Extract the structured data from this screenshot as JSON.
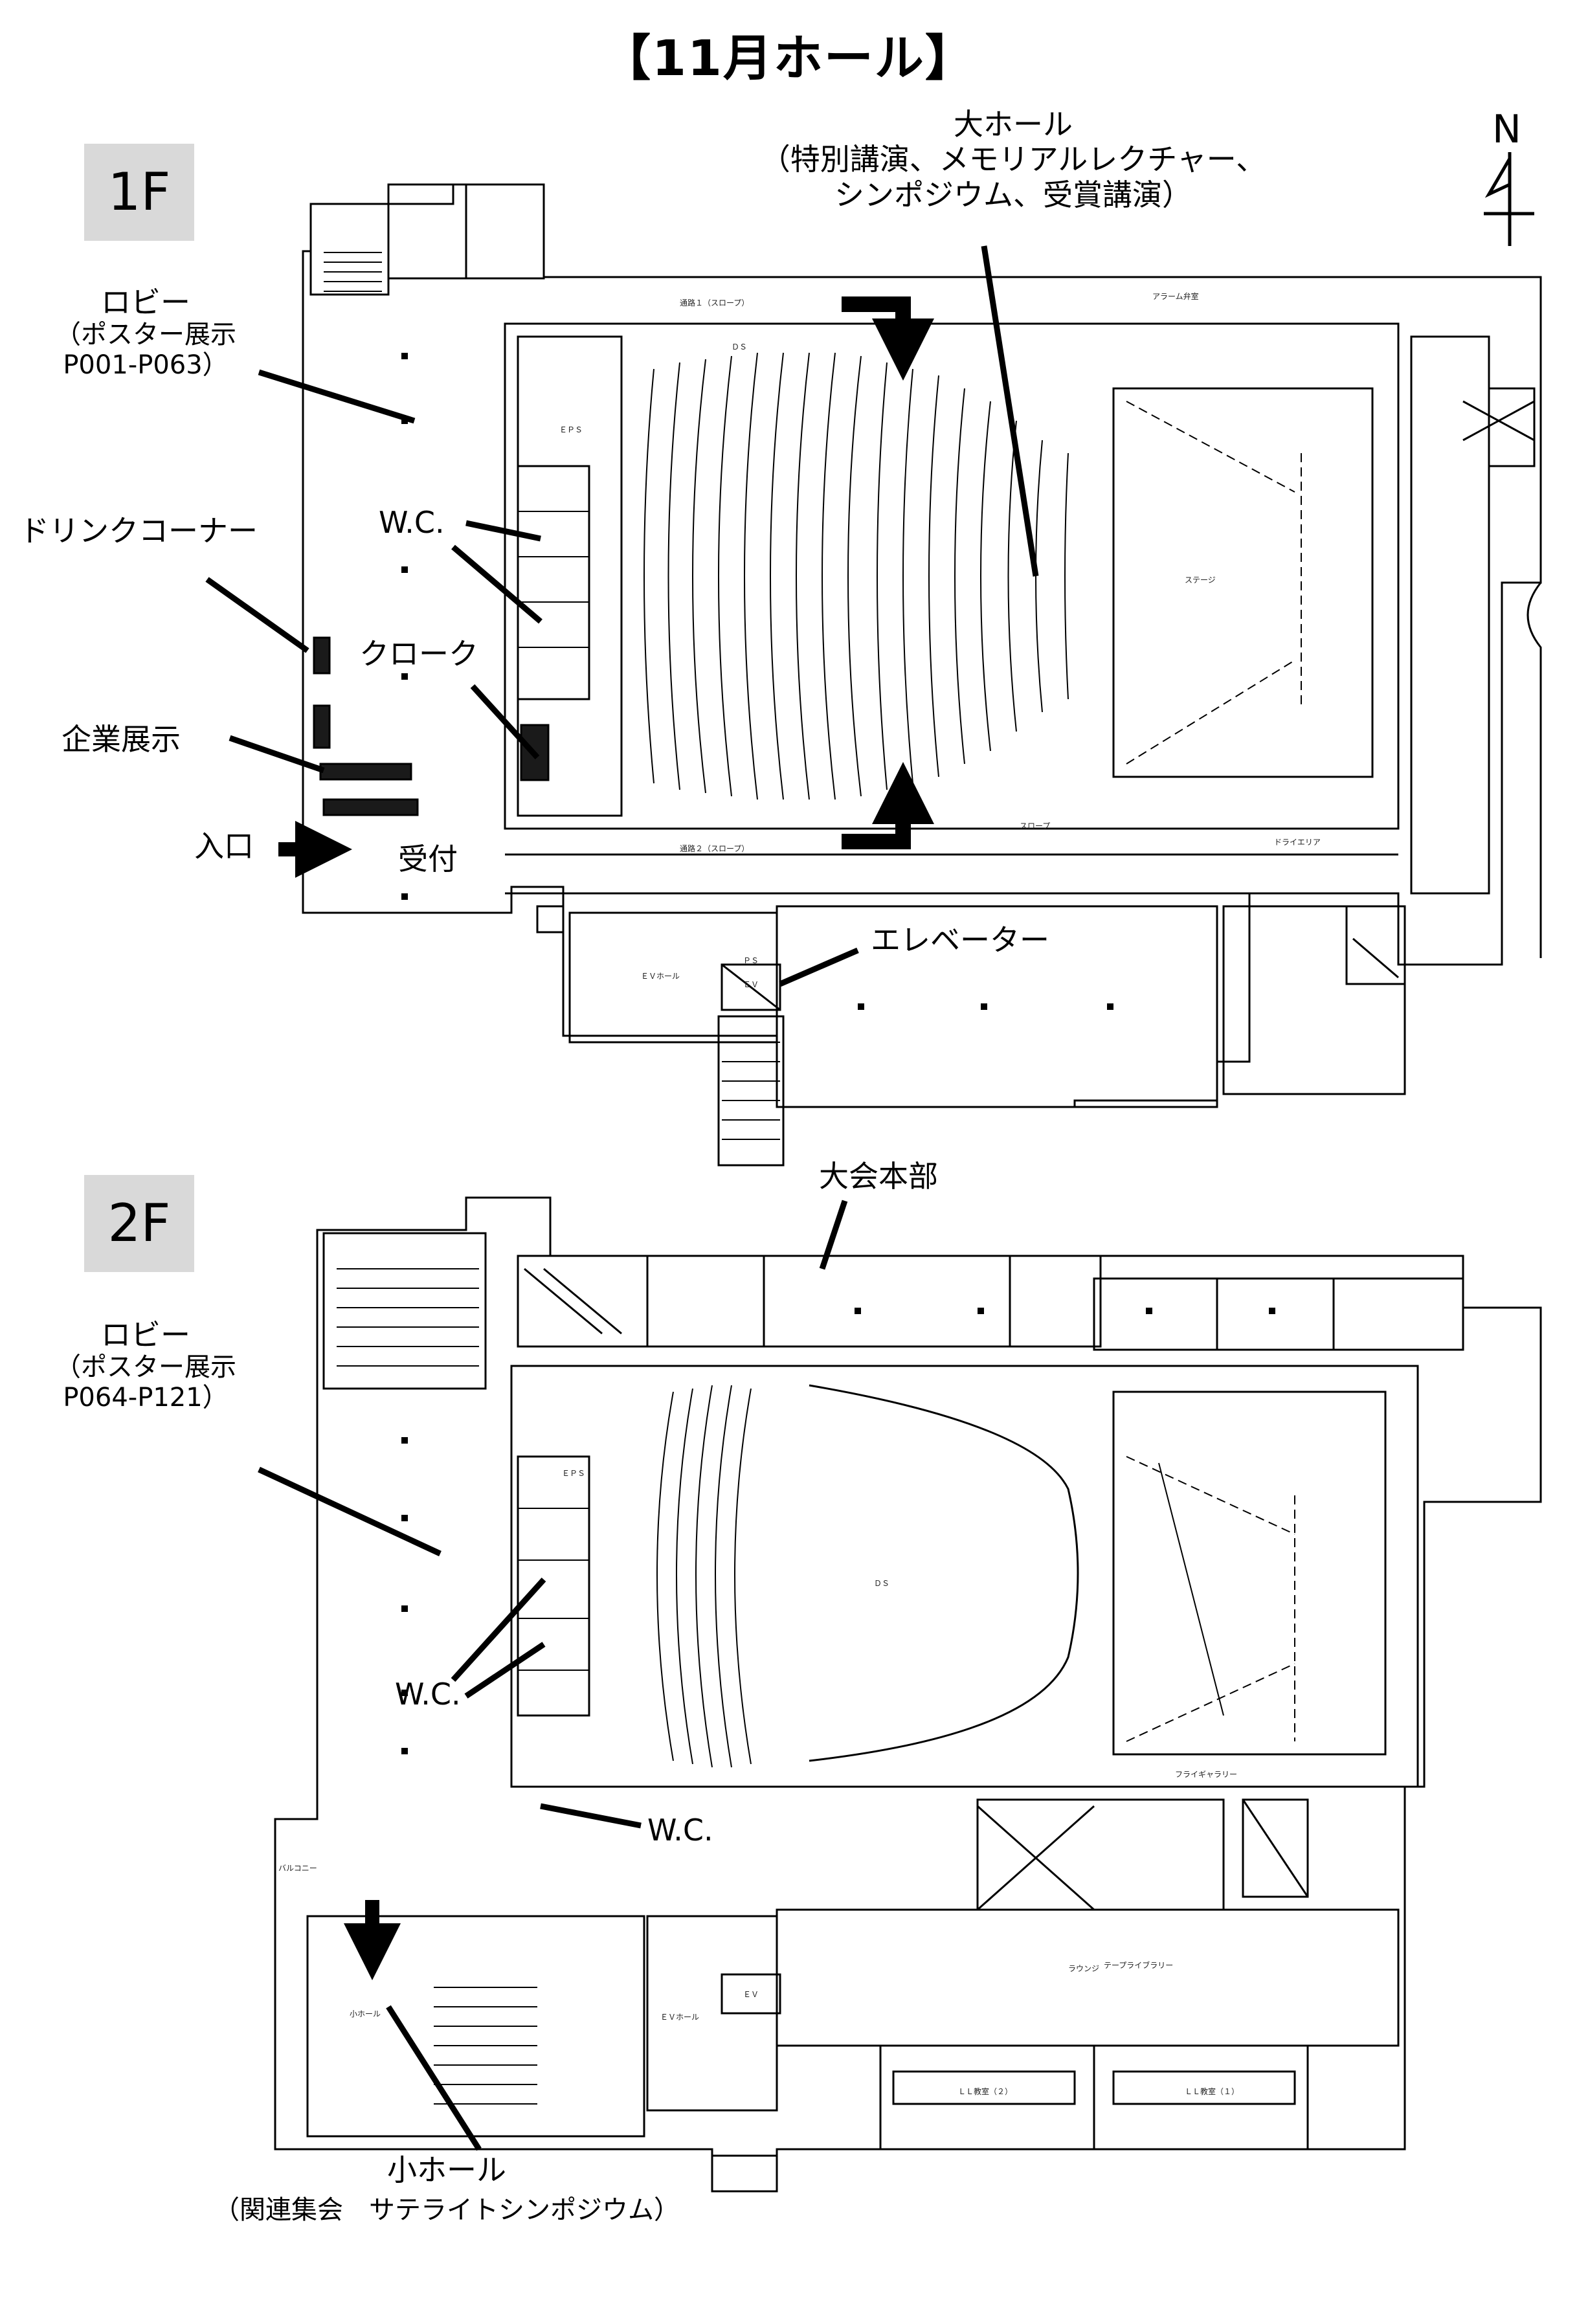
{
  "title": "【11月ホール】",
  "compass": {
    "label": "N"
  },
  "floors": {
    "first": {
      "badge": "1F",
      "labels": {
        "lobby_title": "ロビー",
        "lobby_sub1": "（ポスター展示",
        "lobby_sub2": "P001-P063）",
        "main_hall_title": "大ホール",
        "main_hall_sub1": "（特別講演、メモリアルレクチャー、",
        "main_hall_sub2": "シンポジウム、受賞講演）",
        "drink_corner": "ドリンクコーナー",
        "wc": "W.C.",
        "cloak": "クローク",
        "exhibit": "企業展示",
        "entrance": "入口",
        "reception": "受付",
        "elevator": "エレベーター"
      },
      "plan_text": {
        "passage1": "通路１（スロープ）",
        "passage2": "通路２（スロープ）",
        "stage": "ステージ",
        "alarm": "アラーム弁室",
        "ev_hall": "ＥＶホール",
        "dry_area": "ドライエリア",
        "slope": "スロープ",
        "ds": "ＤＳ",
        "eps": "ＥＰＳ",
        "ps": "ＰＳ",
        "ev": "ＥＶ"
      }
    },
    "second": {
      "badge": "2F",
      "labels": {
        "lobby_title": "ロビー",
        "lobby_sub1": "（ポスター展示",
        "lobby_sub2": "P064-P121）",
        "hq": "大会本部",
        "wc_a": "W.C.",
        "wc_b": "W.C.",
        "small_hall_title": "小ホール",
        "small_hall_sub": "（関連集会　サテライトシンポジウム）"
      },
      "plan_text": {
        "lounge": "ラウンジ",
        "ll1": "ＬＬ教室（１）",
        "ll2": "ＬＬ教室（２）",
        "fly_gallery": "フライギャラリー",
        "small_hall": "小ホール",
        "ev_hall": "ＥＶホール",
        "balcony": "バルコニー",
        "tape_library": "テープライブラリー",
        "ds": "ＤＳ",
        "eps": "ＥＰＳ",
        "ev": "ＥＶ"
      }
    }
  }
}
